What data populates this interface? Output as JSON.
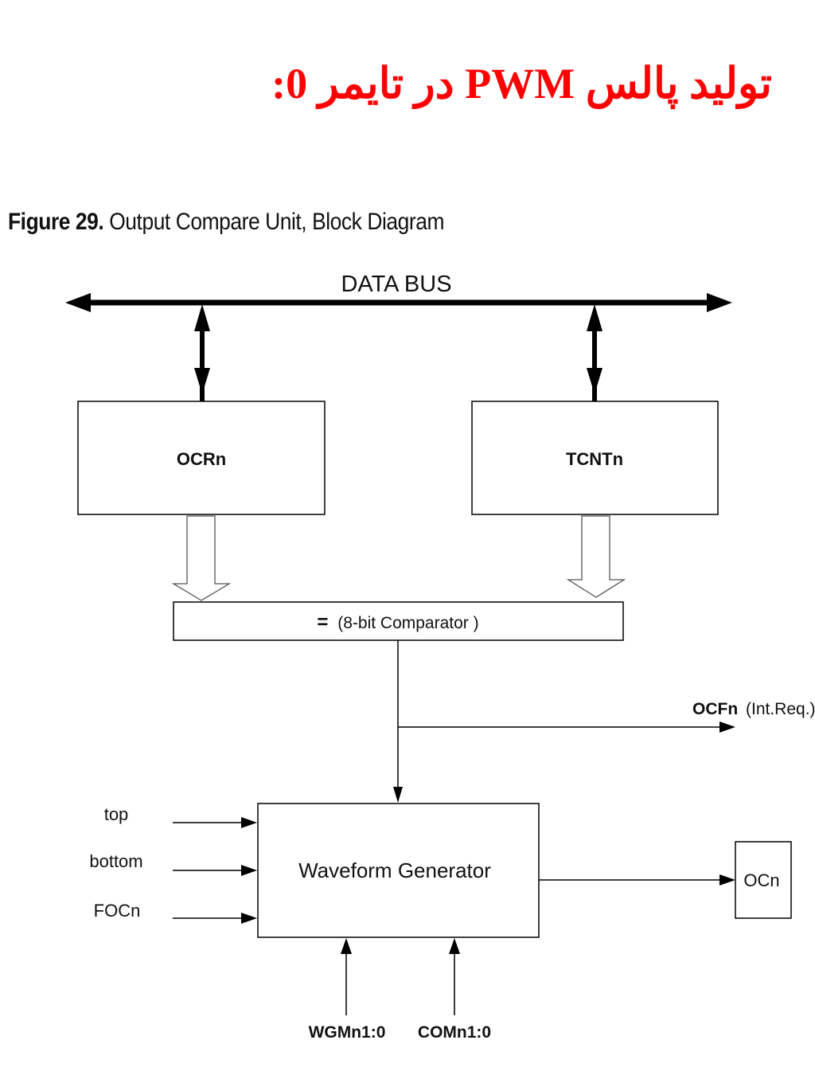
{
  "page": {
    "title": "تولید پالس PWM در تایمر 0:",
    "title_color": "#ff0000"
  },
  "figure": {
    "caption_number": "Figure 29.",
    "caption_text": "Output Compare Unit, Block Diagram"
  },
  "diagram": {
    "data_bus_label": "DATA BUS",
    "blocks": {
      "ocr": "OCRn",
      "tcnt": "TCNTn",
      "comparator_symbol": "=",
      "comparator_text": "(8-bit Comparator )",
      "waveform_generator": "Waveform Generator",
      "output": "OCn"
    },
    "signals": {
      "interrupt_flag": "OCFn",
      "interrupt_note": "(Int.Req.)",
      "top": "top",
      "bottom": "bottom",
      "force": "FOCn",
      "wgm": "WGMn1:0",
      "com": "COMn1:0"
    }
  }
}
